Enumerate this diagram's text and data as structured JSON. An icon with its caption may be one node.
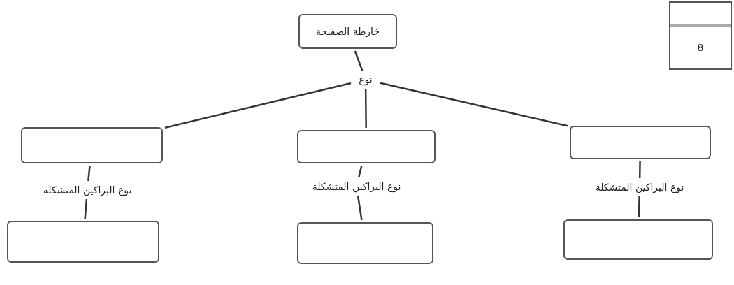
{
  "diagram": {
    "nodes": [
      {
        "text": [
          "خارطة الصفيحة"
        ]
      },
      {
        "text": [
          "نوع"
        ]
      },
      {
        "text": [],
        "shape": "box"
      },
      {
        "text": [],
        "shape": "box"
      },
      {
        "text": [],
        "shape": "box"
      },
      {
        "text": [
          "نوع البراكين المتشكلة"
        ]
      },
      {
        "text": [
          "نوع البراكين المتشكلة"
        ]
      },
      {
        "text": [
          "نوع البراكين المتشكلة"
        ]
      },
      {
        "text": [],
        "shape": "box"
      },
      {
        "text": [],
        "shape": "box"
      },
      {
        "text": [],
        "shape": "box"
      },
      {
        "text": [
          "8"
        ]
      }
    ],
    "edges": [
      {
        "from": 0,
        "to": 1,
        "arrow": "none"
      },
      {
        "from": 1,
        "to": 2,
        "arrow": "none"
      },
      {
        "from": 1,
        "to": 3,
        "arrow": "none"
      },
      {
        "from": 1,
        "to": 4,
        "arrow": "none"
      },
      {
        "from": 2,
        "to": 5,
        "arrow": "none"
      },
      {
        "from": 3,
        "to": 6,
        "arrow": "none"
      },
      {
        "from": 4,
        "to": 7,
        "arrow": "none"
      },
      {
        "from": 5,
        "to": 8,
        "arrow": "none"
      },
      {
        "from": 6,
        "to": 9,
        "arrow": "none"
      },
      {
        "from": 7,
        "to": 10,
        "arrow": "none"
      }
    ]
  }
}
